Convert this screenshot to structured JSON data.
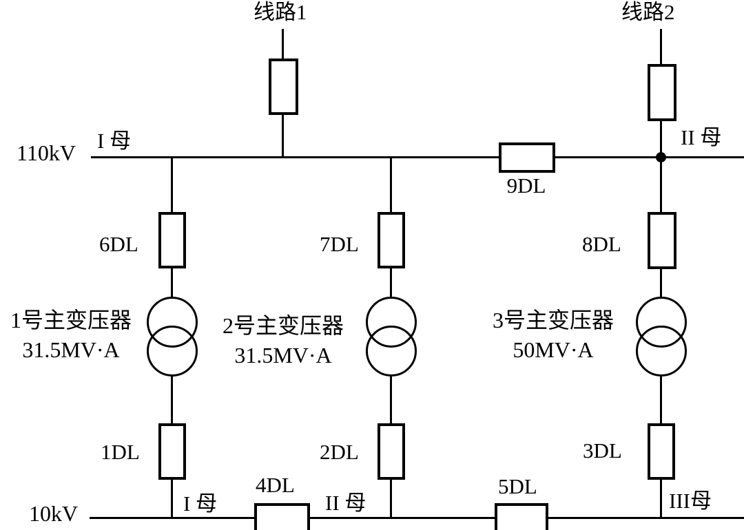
{
  "diagram": {
    "type": "substation-single-line",
    "colors": {
      "stroke": "#000000",
      "background": "#ffffff"
    },
    "incoming_lines": {
      "line1": "线路1",
      "line2": "线路2"
    },
    "hv": {
      "voltage": "110kV",
      "bus1": "I 母",
      "bus2": "II 母",
      "tie_breaker": "9DL"
    },
    "hv_breakers": {
      "dl6": "6DL",
      "dl7": "7DL",
      "dl8": "8DL"
    },
    "transformers": [
      {
        "name": "1号主变压器",
        "rating": "31.5MV·A"
      },
      {
        "name": "2号主变压器",
        "rating": "31.5MV·A"
      },
      {
        "name": "3号主变压器",
        "rating": "50MV·A"
      }
    ],
    "lv_breakers": {
      "dl1": "1DL",
      "dl2": "2DL",
      "dl3": "3DL"
    },
    "lv": {
      "voltage": "10kV",
      "bus1": "I 母",
      "bus2": "II 母",
      "bus3": "III母",
      "tie_breaker1": "4DL",
      "tie_breaker2": "5DL"
    }
  }
}
